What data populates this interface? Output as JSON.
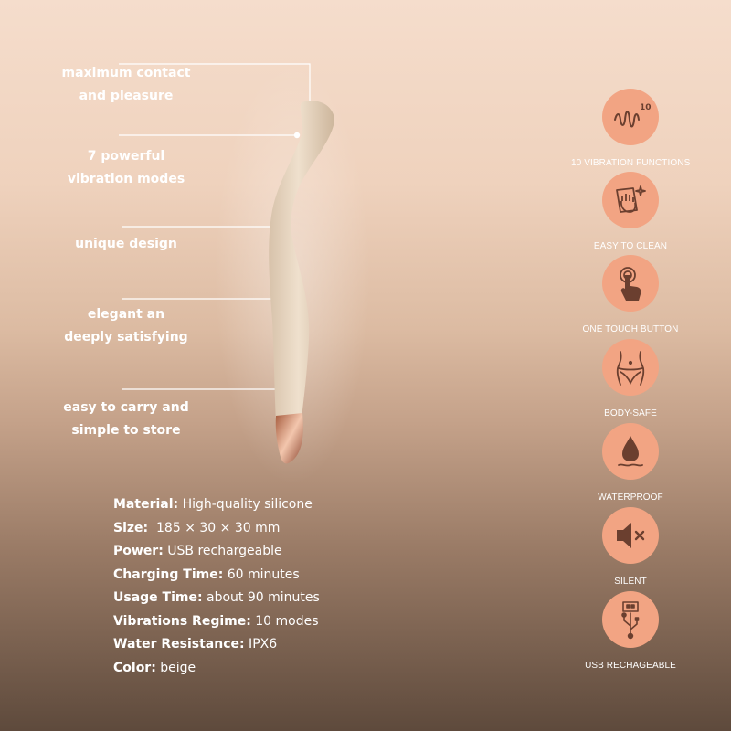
{
  "features": [
    {
      "lines": [
        "maximum contact",
        "and pleasure"
      ]
    },
    {
      "lines": [
        "7 powerful",
        "vibration modes"
      ]
    },
    {
      "lines": [
        "unique design"
      ]
    },
    {
      "lines": [
        "elegant an",
        "deeply satisfying"
      ]
    },
    {
      "lines": [
        "easy to carry and",
        "simple to store"
      ]
    }
  ],
  "specs": [
    {
      "key": "Material:",
      "value": " High-quality silicone"
    },
    {
      "key": "Size:",
      "value": "  185 × 30 × 30 mm"
    },
    {
      "key": "Power:",
      "value": " USB rechargeable"
    },
    {
      "key": "Charging Time:",
      "value": " 60 minutes"
    },
    {
      "key": "Usage Time:",
      "value": " about 90 minutes"
    },
    {
      "key": "Vibrations Regime:",
      "value": " 10 modes"
    },
    {
      "key": "Water Resistance:",
      "value": " IPX6"
    },
    {
      "key": "Color:",
      "value": " beige"
    }
  ],
  "badges": [
    {
      "icon": "vibration-waves-icon",
      "label": "10 VIBRATION FUNCTIONS",
      "number": "10"
    },
    {
      "icon": "hand-wipe-icon",
      "label": "EASY TO CLEAN"
    },
    {
      "icon": "touch-finger-icon",
      "label": "ONE TOUCH BUTTON"
    },
    {
      "icon": "body-silhouette-icon",
      "label": "BODY-SAFE"
    },
    {
      "icon": "water-drop-icon",
      "label": "WATERPROOF"
    },
    {
      "icon": "muted-speaker-icon",
      "label": "SILENT"
    },
    {
      "icon": "usb-icon",
      "label": "USB RECHAGEABLE"
    }
  ],
  "colors": {
    "badge_fill": "#f2a483",
    "icon_stroke": "#6b3f2f",
    "product_body": "#e8d6c0",
    "product_tip": "#c98462"
  }
}
